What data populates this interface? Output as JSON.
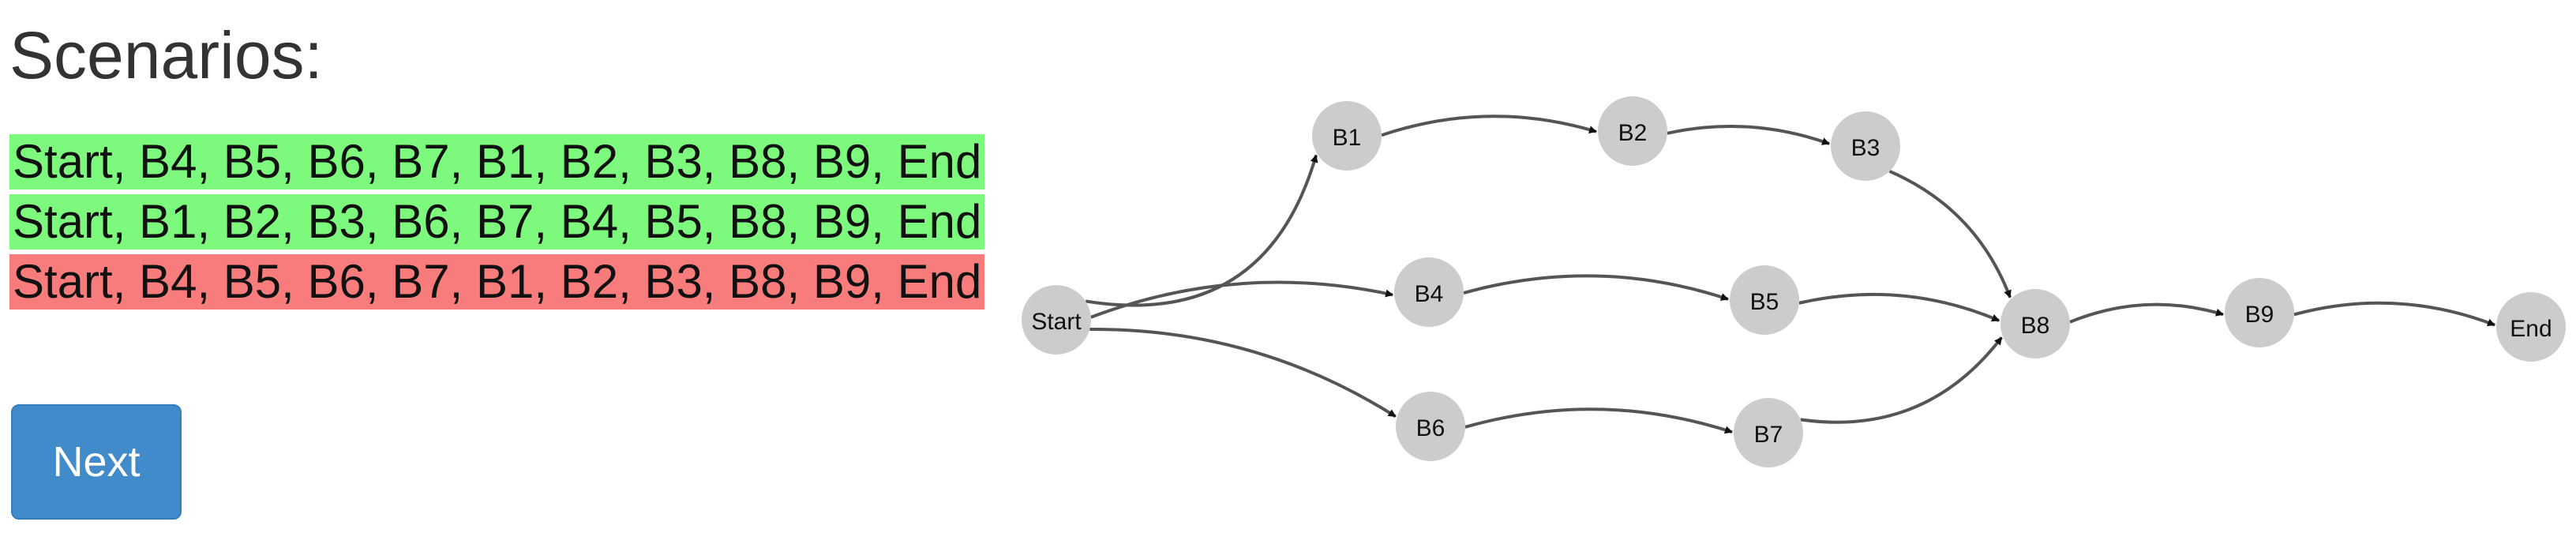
{
  "header": {
    "title": "Scenarios:"
  },
  "scenarios": [
    {
      "text": "Start, B4, B5, B6, B7, B1, B2, B3, B8, B9, End",
      "status": "valid"
    },
    {
      "text": "Start, B1, B2, B3, B6, B7, B4, B5, B8, B9, End",
      "status": "valid"
    },
    {
      "text": "Start, B4, B5, B6, B7, B1, B2, B3, B8, B9, End",
      "status": "invalid"
    }
  ],
  "controls": {
    "next_label": "Next"
  },
  "graph": {
    "nodes": [
      {
        "id": "Start",
        "label": "Start"
      },
      {
        "id": "B1",
        "label": "B1"
      },
      {
        "id": "B2",
        "label": "B2"
      },
      {
        "id": "B3",
        "label": "B3"
      },
      {
        "id": "B4",
        "label": "B4"
      },
      {
        "id": "B5",
        "label": "B5"
      },
      {
        "id": "B6",
        "label": "B6"
      },
      {
        "id": "B7",
        "label": "B7"
      },
      {
        "id": "B8",
        "label": "B8"
      },
      {
        "id": "B9",
        "label": "B9"
      },
      {
        "id": "End",
        "label": "End"
      }
    ],
    "edges": [
      {
        "from": "Start",
        "to": "B1"
      },
      {
        "from": "Start",
        "to": "B4"
      },
      {
        "from": "Start",
        "to": "B6"
      },
      {
        "from": "B1",
        "to": "B2"
      },
      {
        "from": "B2",
        "to": "B3"
      },
      {
        "from": "B3",
        "to": "B8"
      },
      {
        "from": "B4",
        "to": "B5"
      },
      {
        "from": "B5",
        "to": "B8"
      },
      {
        "from": "B6",
        "to": "B7"
      },
      {
        "from": "B7",
        "to": "B8"
      },
      {
        "from": "B8",
        "to": "B9"
      },
      {
        "from": "B9",
        "to": "End"
      }
    ]
  },
  "colors": {
    "valid": "#7dfa7d",
    "invalid": "#f87c7c",
    "button": "#428bca",
    "node": "#cccccc",
    "edge": "#555555"
  }
}
